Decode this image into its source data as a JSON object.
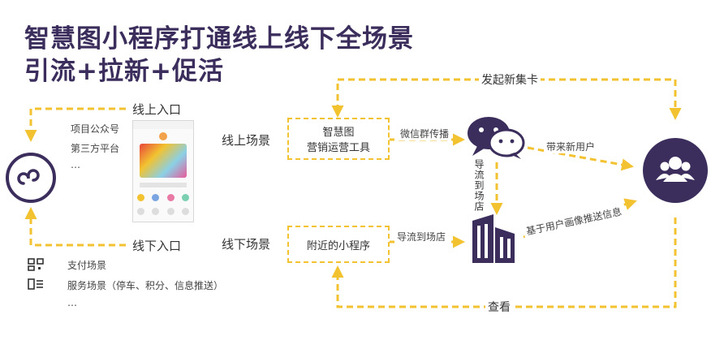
{
  "title": {
    "line1": "智慧图小程序打通线上线下全场景",
    "line2": "引流+拉新+促活"
  },
  "online_entry": {
    "label": "线上入口",
    "items": [
      "项目公众号",
      "第三方平台",
      "…"
    ]
  },
  "offline_entry": {
    "label": "线下入口",
    "items": [
      "支付场景",
      "服务场景（停车、积分、信息推送）",
      "…"
    ]
  },
  "online_scene": {
    "label": "线上场景",
    "box_line1": "智慧图",
    "box_line2": "营销运营工具"
  },
  "offline_scene": {
    "label": "线下场景",
    "box": "附近的小程序"
  },
  "flows": {
    "launch_card": "发起新集卡",
    "wechat_share": "微信群传播",
    "bring_users": "带来新用户",
    "guide_to_store": "导流到场店",
    "guide_vertical": "导流到场店",
    "push_info": "基于用户画像推送信息",
    "view": "查看"
  },
  "colors": {
    "accent": "#f2c230",
    "dark": "#3b2d5c"
  },
  "icons": [
    "miniprogram-icon",
    "qr-code-icon",
    "barcode-icon",
    "wechat-icon",
    "building-icon",
    "users-icon"
  ]
}
